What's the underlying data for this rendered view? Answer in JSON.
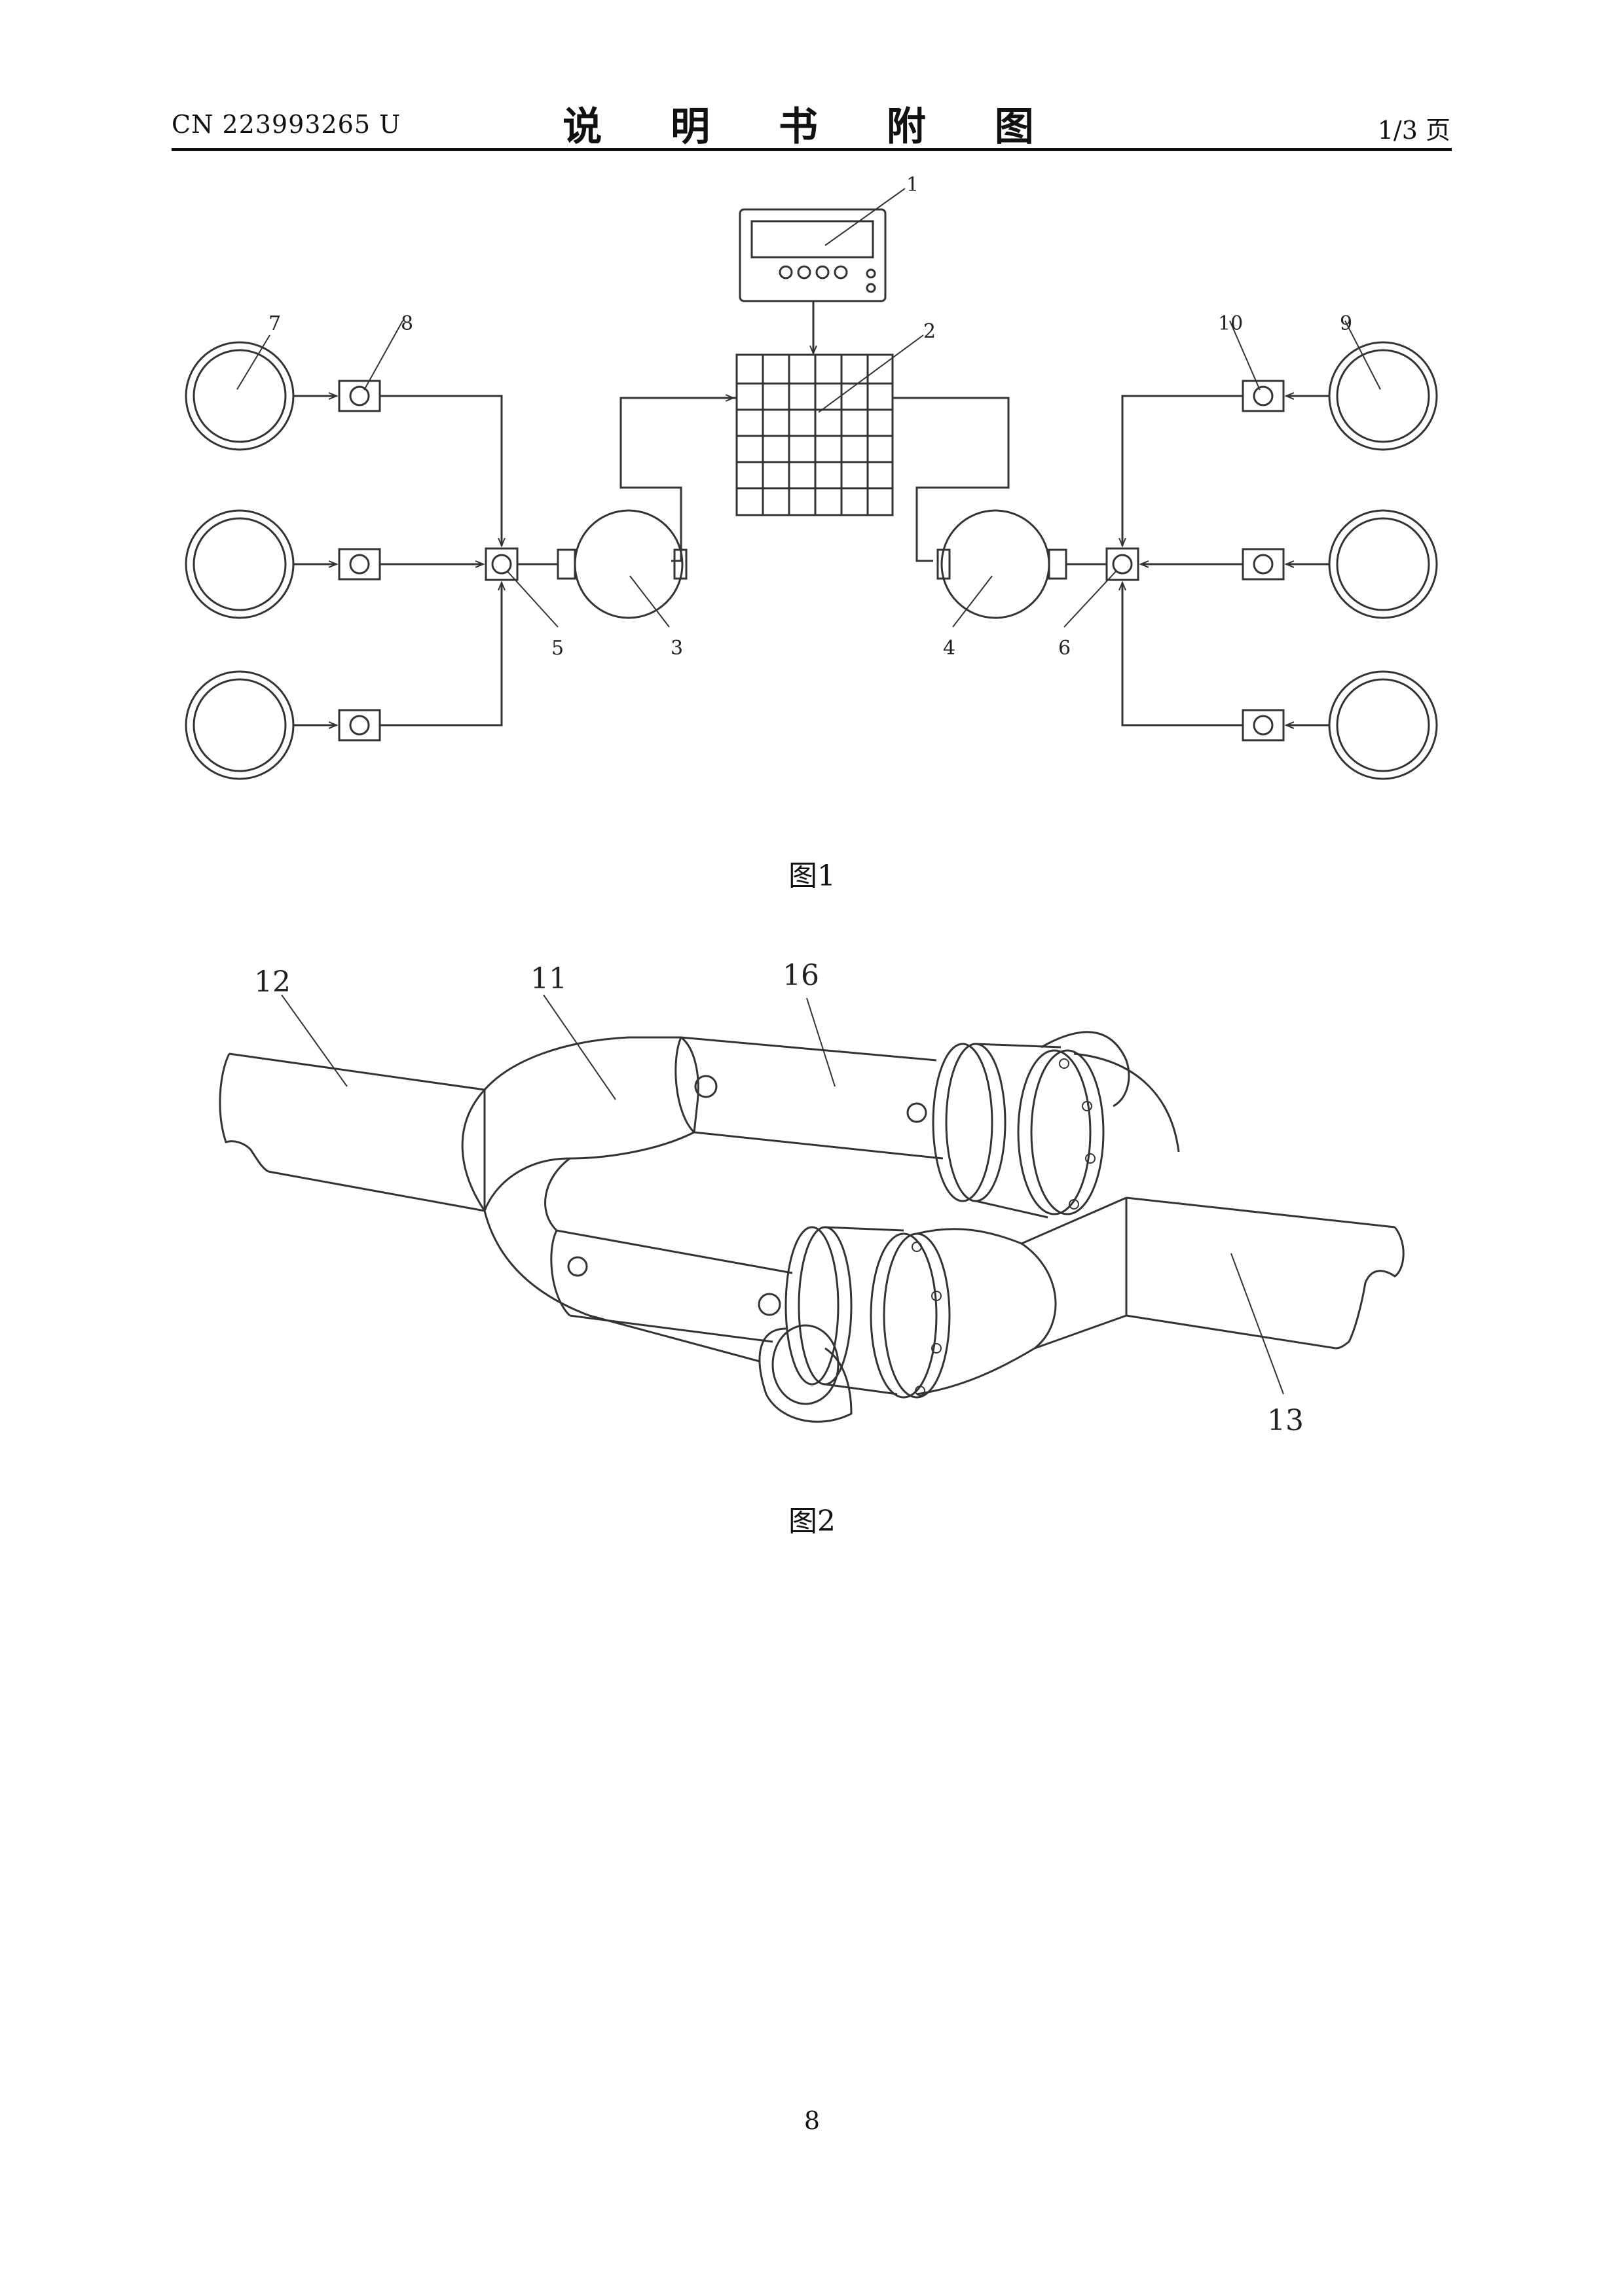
{
  "header": {
    "doc_number": "CN 223993265 U",
    "title": "说 明 书 附 图",
    "page_of": "1/3 页"
  },
  "figure1": {
    "caption": "图1",
    "labels": {
      "l1": "1",
      "l2": "2",
      "l3": "3",
      "l4": "4",
      "l5": "5",
      "l6": "6",
      "l7": "7",
      "l8": "8",
      "l9": "9",
      "l10": "10"
    }
  },
  "figure2": {
    "caption": "图2",
    "labels": {
      "l11": "11",
      "l12": "12",
      "l13": "13",
      "l16": "16"
    }
  },
  "footer": {
    "page_number": "8"
  }
}
